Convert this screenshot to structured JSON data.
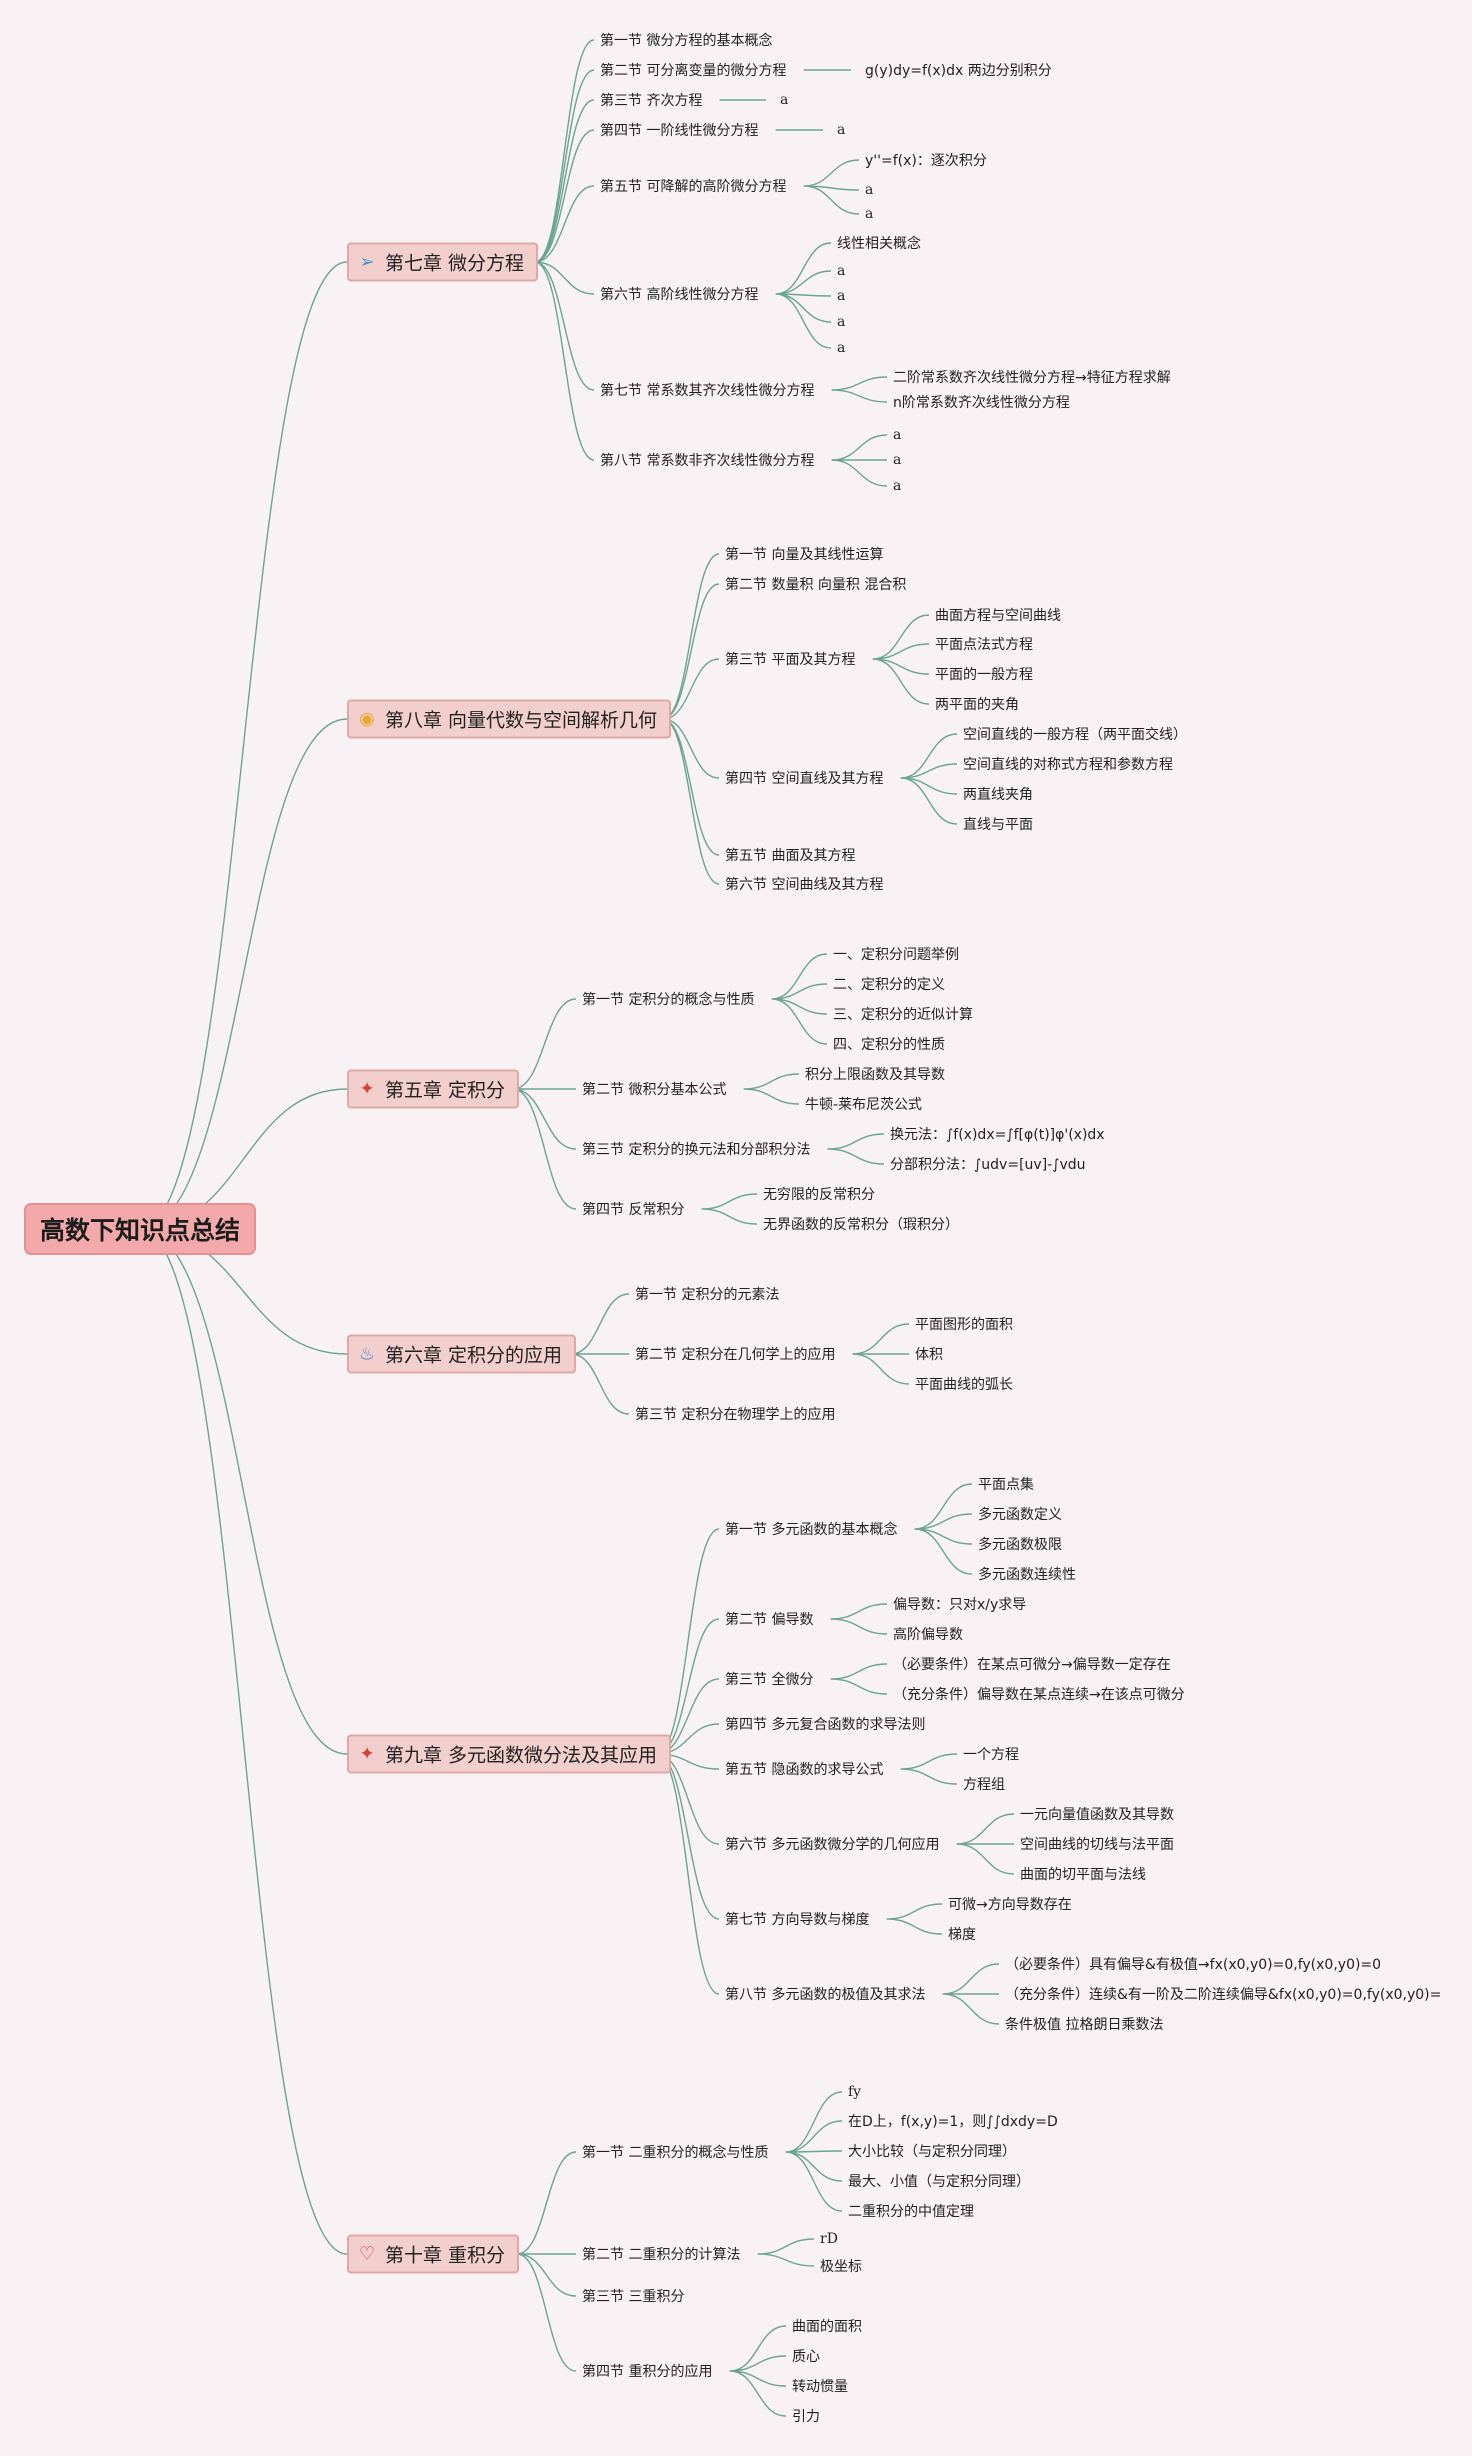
{
  "root": "高数下知识点总结",
  "colors": {
    "background": "#f8f2f4",
    "root": "#f3a9aa",
    "chapter": "#f2cfcc",
    "line": "#6aa58f"
  },
  "chapters": [
    {
      "title": "第七章 微分方程",
      "icon": "paper-plane-icon",
      "sections": [
        {
          "label": "第一节 微分方程的基本概念",
          "items": []
        },
        {
          "label": "第二节 可分离变量的微分方程",
          "items": [
            "g(y)dy=f(x)dx 两边分别积分"
          ]
        },
        {
          "label": "第三节 齐次方程",
          "items": [
            "a"
          ]
        },
        {
          "label": "第四节 一阶线性微分方程",
          "items": [
            "a"
          ]
        },
        {
          "label": "第五节 可降解的高阶微分方程",
          "items": [
            "y''=f(x)：逐次积分",
            "a",
            "a"
          ]
        },
        {
          "label": "第六节 高阶线性微分方程",
          "items": [
            "线性相关概念",
            "a",
            "a",
            "a",
            "a"
          ]
        },
        {
          "label": "第七节 常系数其齐次线性微分方程",
          "items": [
            "二阶常系数齐次线性微分方程→特征方程求解",
            "n阶常系数齐次线性微分方程"
          ]
        },
        {
          "label": "第八节 常系数非齐次线性微分方程",
          "items": [
            "a",
            "a",
            "a"
          ]
        }
      ]
    },
    {
      "title": "第八章 向量代数与空间解析几何",
      "icon": "coin-icon",
      "sections": [
        {
          "label": "第一节 向量及其线性运算",
          "items": []
        },
        {
          "label": "第二节 数量积 向量积 混合积",
          "items": []
        },
        {
          "label": "第三节 平面及其方程",
          "items": [
            "曲面方程与空间曲线",
            "平面点法式方程",
            "平面的一般方程",
            "两平面的夹角"
          ]
        },
        {
          "label": "第四节 空间直线及其方程",
          "items": [
            "空间直线的一般方程（两平面交线）",
            "空间直线的对称式方程和参数方程",
            "两直线夹角",
            "直线与平面"
          ]
        },
        {
          "label": "第五节 曲面及其方程",
          "items": []
        },
        {
          "label": "第六节 空间曲线及其方程",
          "items": []
        }
      ]
    },
    {
      "title": "第五章 定积分",
      "icon": "magic-wand-icon",
      "sections": [
        {
          "label": "第一节 定积分的概念与性质",
          "items": [
            "一、定积分问题举例",
            "二、定积分的定义",
            "三、定积分的近似计算",
            "四、定积分的性质"
          ]
        },
        {
          "label": "第二节 微积分基本公式",
          "items": [
            "积分上限函数及其导数",
            "牛顿-莱布尼茨公式"
          ]
        },
        {
          "label": "第三节 定积分的换元法和分部积分法",
          "items": [
            "换元法：∫f(x)dx=∫f[φ(t)]φ'(x)dx",
            "分部积分法：∫udv=[uv]-∫vdu"
          ]
        },
        {
          "label": "第四节 反常积分",
          "items": [
            "无穷限的反常积分",
            "无界函数的反常积分（瑕积分）"
          ]
        }
      ]
    },
    {
      "title": "第六章 定积分的应用",
      "icon": "fire-icon",
      "sections": [
        {
          "label": "第一节 定积分的元素法",
          "items": []
        },
        {
          "label": "第二节 定积分在几何学上的应用",
          "items": [
            "平面图形的面积",
            "体积",
            "平面曲线的弧长"
          ]
        },
        {
          "label": "第三节 定积分在物理学上的应用",
          "items": []
        }
      ]
    },
    {
      "title": "第九章 多元函数微分法及其应用",
      "icon": "magic-wand-icon",
      "sections": [
        {
          "label": "第一节 多元函数的基本概念",
          "items": [
            "平面点集",
            "多元函数定义",
            "多元函数极限",
            "多元函数连续性"
          ]
        },
        {
          "label": "第二节 偏导数",
          "items": [
            "偏导数：只对x/y求导",
            "高阶偏导数"
          ]
        },
        {
          "label": "第三节 全微分",
          "items": [
            "（必要条件）在某点可微分→偏导数一定存在",
            "（充分条件）偏导数在某点连续→在该点可微分"
          ]
        },
        {
          "label": "第四节 多元复合函数的求导法则",
          "items": []
        },
        {
          "label": "第五节 隐函数的求导公式",
          "items": [
            "一个方程",
            "方程组"
          ]
        },
        {
          "label": "第六节 多元函数微分学的几何应用",
          "items": [
            "一元向量值函数及其导数",
            "空间曲线的切线与法平面",
            "曲面的切平面与法线"
          ]
        },
        {
          "label": "第七节 方向导数与梯度",
          "items": [
            "可微→方向导数存在",
            "梯度"
          ]
        },
        {
          "label": "第八节 多元函数的极值及其求法",
          "items": [
            "（必要条件）具有偏导&有极值→fx(x0,y0)=0,fy(x0,y0)=0",
            "（充分条件）连续&有一阶及二阶连续偏导&fx(x0,y0)=0,fy(x0,y0)=",
            "条件极值 拉格朗日乘数法"
          ]
        }
      ]
    },
    {
      "title": "第十章 重积分",
      "icon": "heart-icon",
      "sections": [
        {
          "label": "第一节 二重积分的概念与性质",
          "items": [
            "fy",
            "在D上，f(x,y)=1，则∫∫dxdy=D",
            "大小比较（与定积分同理）",
            "最大、小值（与定积分同理）",
            "二重积分的中值定理"
          ]
        },
        {
          "label": "第二节 二重积分的计算法",
          "items": [
            "rD",
            "极坐标"
          ]
        },
        {
          "label": "第三节 三重积分",
          "items": []
        },
        {
          "label": "第四节 重积分的应用",
          "items": [
            "曲面的面积",
            "质心",
            "转动惯量",
            "引力"
          ]
        }
      ]
    }
  ]
}
